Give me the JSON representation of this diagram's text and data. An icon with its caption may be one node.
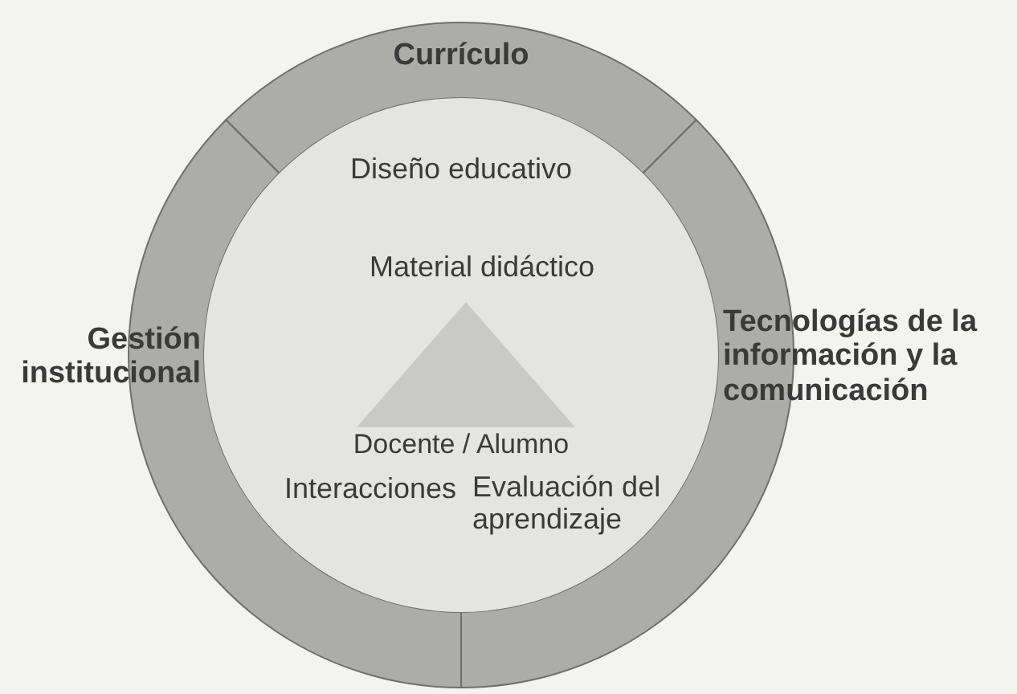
{
  "diagram": {
    "nodes": [
      {
        "text": [
          "Currículo"
        ]
      },
      {
        "text": [
          "Gestión institucional"
        ]
      },
      {
        "text": [
          "Tecnologías de la información y la comunicación"
        ]
      },
      {
        "text": [
          "Diseño educativo",
          "Material didáctico",
          "Docente / Alumno",
          "Interacciones",
          "Evaluación del aprendizaje"
        ]
      },
      {
        "text": [],
        "shape": "triangle",
        "in": 3
      }
    ]
  }
}
